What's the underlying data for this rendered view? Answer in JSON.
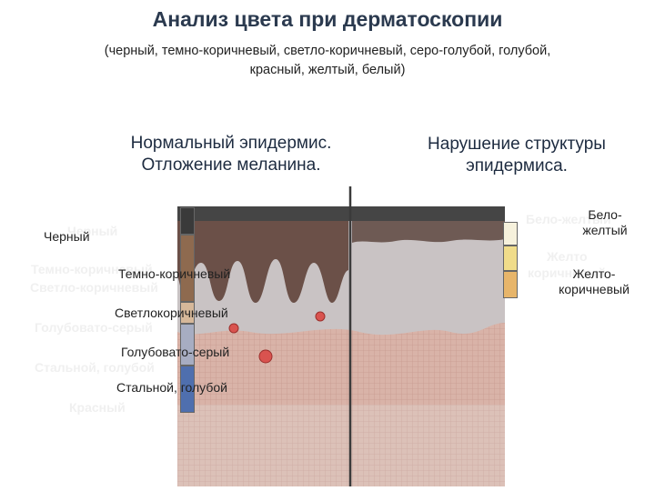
{
  "slide": {
    "title": "Анализ цвета при дерматоскопии",
    "subtitle": "(черный, темно-коричневый, светло-коричневый, серо-голубой, голубой, красный, желтый, белый)"
  },
  "left_panel": {
    "heading_line1": "Нормальный эпидермис.",
    "heading_line2": "Отложение меланина.",
    "labels": {
      "black": "Черный",
      "dark_brown": "Темно-коричневый",
      "light_brown": "Светлокоричневый",
      "bluish_gray": "Голубовато-серый",
      "steel_blue": "Стальной, голубой"
    },
    "background_labels": {
      "black": "Черный",
      "dark_brown": "Темно-коричневый",
      "light_brown": "Светло-коричневый",
      "bluish_gray": "Голубовато-серый",
      "steel_blue": "Стальной, голубой",
      "red": "Красный"
    },
    "color_bar": [
      "#3a3a3a",
      "#8e6a4f",
      "#d6b89a",
      "#a7adc2",
      "#4f6fae"
    ]
  },
  "right_panel": {
    "heading_line1": "Нарушение структуры",
    "heading_line2": "эпидермиса.",
    "labels": {
      "white_yellow_line1": "Бело-",
      "white_yellow_line2": "желтый",
      "yellow_brown_line1": "Желто-",
      "yellow_brown_line2": "коричневый"
    },
    "background_labels": {
      "white_yellow": "Бело-желтый",
      "yellow": "Желто",
      "brown": "коричневый"
    },
    "color_bar": [
      "#f6f1dc",
      "#f0dc8a",
      "#e7b56a"
    ]
  },
  "colors": {
    "title": "#2b3a4f",
    "stratum_corneum": "#454545",
    "melanin_layer": "#6b5048",
    "epidermis": "#c9c3c4",
    "dermis": "#d9b3a8",
    "vessel": "#d9534f"
  }
}
